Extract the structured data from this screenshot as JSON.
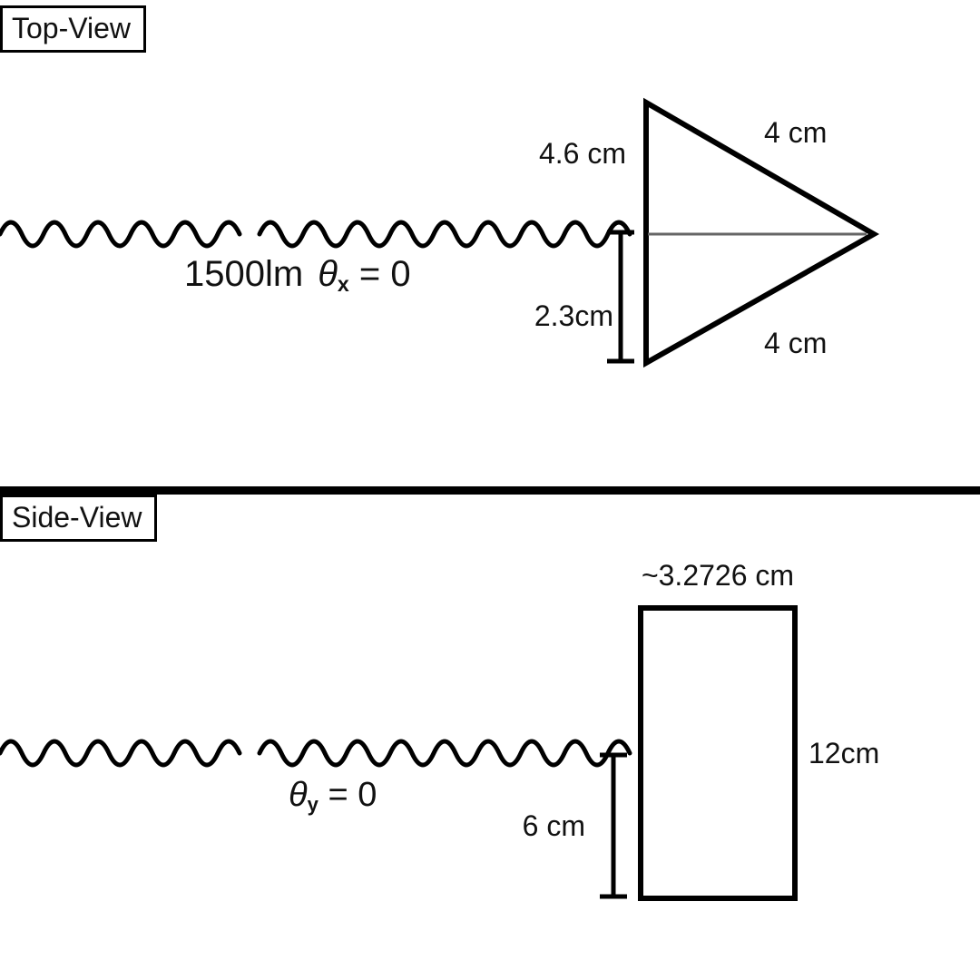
{
  "top_view": {
    "title": "Top-View",
    "beam": {
      "lumens": "1500lm",
      "theta": "θ",
      "theta_sub": "x",
      "equals": " = 0"
    },
    "labels": {
      "prism_face_height": "4.6 cm",
      "prism_edge_top": "4 cm",
      "prism_edge_bottom": "4 cm",
      "beam_offset": "2.3cm"
    }
  },
  "side_view": {
    "title": "Side-View",
    "beam": {
      "theta": "θ",
      "theta_sub": "y",
      "equals": " = 0"
    },
    "labels": {
      "slab_width": "~3.2726 cm",
      "slab_height": "12cm",
      "beam_offset": "6 cm"
    }
  },
  "colors": {
    "stroke": "#000000",
    "centerline": "#666666",
    "background": "#ffffff"
  }
}
